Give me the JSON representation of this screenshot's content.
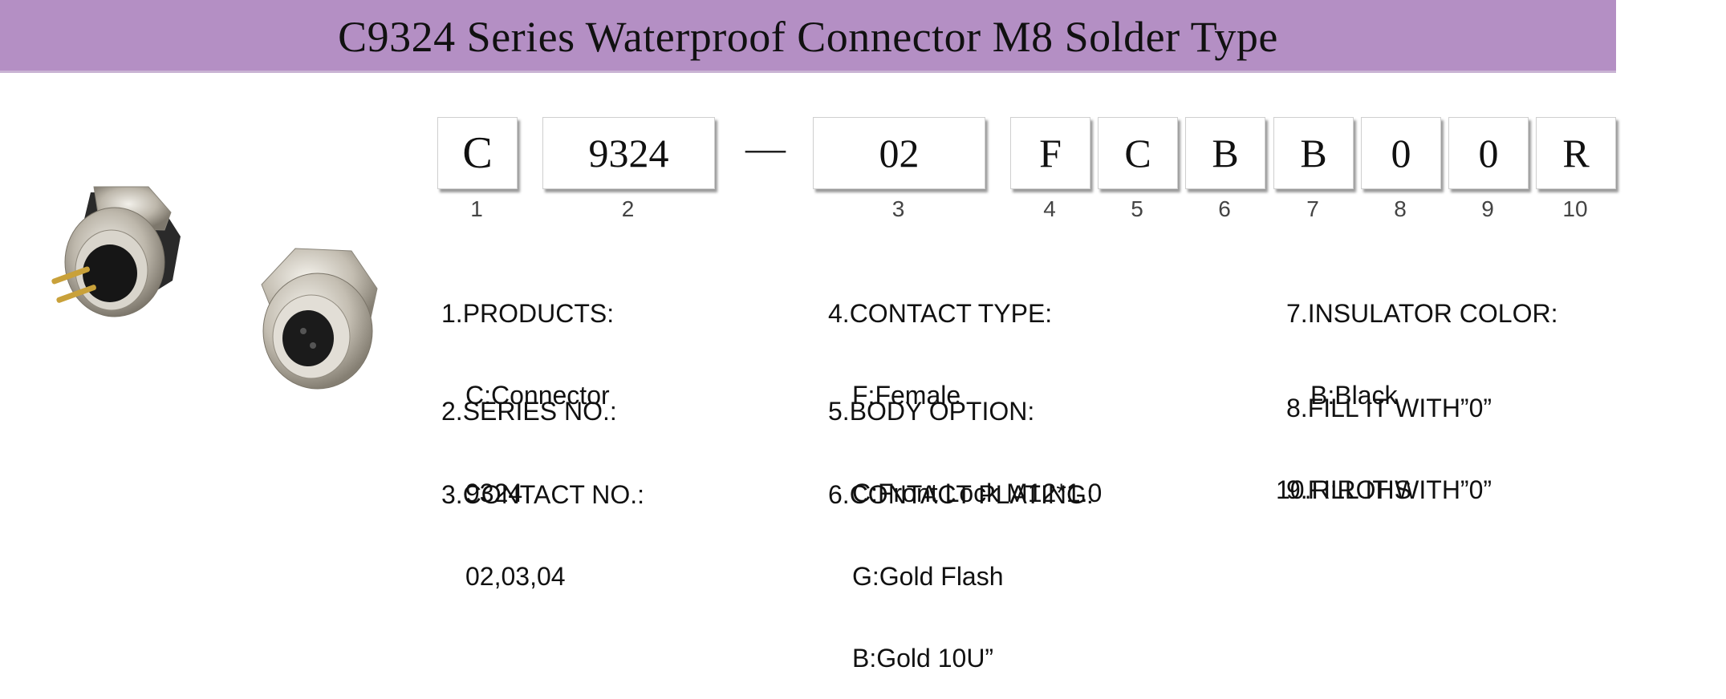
{
  "title": "C9324 Series Waterproof Connector M8 Solder Type",
  "code_boxes": [
    {
      "value": "C",
      "index": "1"
    },
    {
      "value": "9324",
      "index": "2"
    },
    {
      "value": "02",
      "index": "3"
    },
    {
      "value": "F",
      "index": "4"
    },
    {
      "value": "C",
      "index": "5"
    },
    {
      "value": "B",
      "index": "6"
    },
    {
      "value": "B",
      "index": "7"
    },
    {
      "value": "0",
      "index": "8"
    },
    {
      "value": "0",
      "index": "9"
    },
    {
      "value": "R",
      "index": "10"
    }
  ],
  "separator": "—",
  "specs": [
    {
      "heading": "1.PRODUCTS:",
      "lines": [
        "C:Connector"
      ]
    },
    {
      "heading": "2.SERIES NO.:",
      "lines": [
        "9324"
      ]
    },
    {
      "heading": "3.CONTACT NO.:",
      "lines": [
        "02,03,04"
      ]
    },
    {
      "heading": "4.CONTACT TYPE:",
      "lines": [
        "F:Female"
      ]
    },
    {
      "heading": "5.BODY OPTION:",
      "lines": [
        "C:Front Lock M12*1.0"
      ]
    },
    {
      "heading": "6.CONTACT PLATING:",
      "lines": [
        "G:Gold Flash",
        "B:Gold 10U”"
      ]
    },
    {
      "heading": "7.INSULATOR COLOR:",
      "lines": [
        "B:Black"
      ]
    },
    {
      "heading": "8.FILL IT WITH”0”",
      "lines": []
    },
    {
      "heading": "9.FILL IT WITH”0”",
      "lines": []
    },
    {
      "heading": "10.R:ROHS",
      "lines": []
    }
  ],
  "colors": {
    "banner": "#b48fc4",
    "connector_metal": "#c8c3b8",
    "insulator": "#1a1a1a",
    "pins": "#c9a13a"
  }
}
